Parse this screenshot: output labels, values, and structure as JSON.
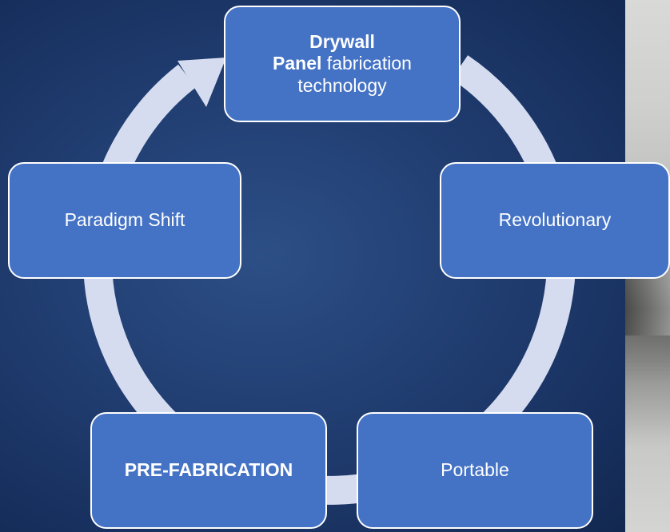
{
  "diagram": {
    "type": "cycle",
    "arrow_color": "#d6dcef",
    "node_color": "#4472c4",
    "background_color": "#1f3a6b",
    "nodes": [
      {
        "id": "top",
        "bold_text": "Drywall Panel",
        "text_line1_bold": "Drywall",
        "text_line2_bold": "Panel",
        "text_line2_rest": " fabrication",
        "text_line3": "technology"
      },
      {
        "id": "right",
        "text": "Revolutionary"
      },
      {
        "id": "bottom-right",
        "text": "Portable"
      },
      {
        "id": "bottom-left",
        "text": "PRE-FABRICATION"
      },
      {
        "id": "left",
        "text": "Paradigm Shift"
      }
    ]
  }
}
